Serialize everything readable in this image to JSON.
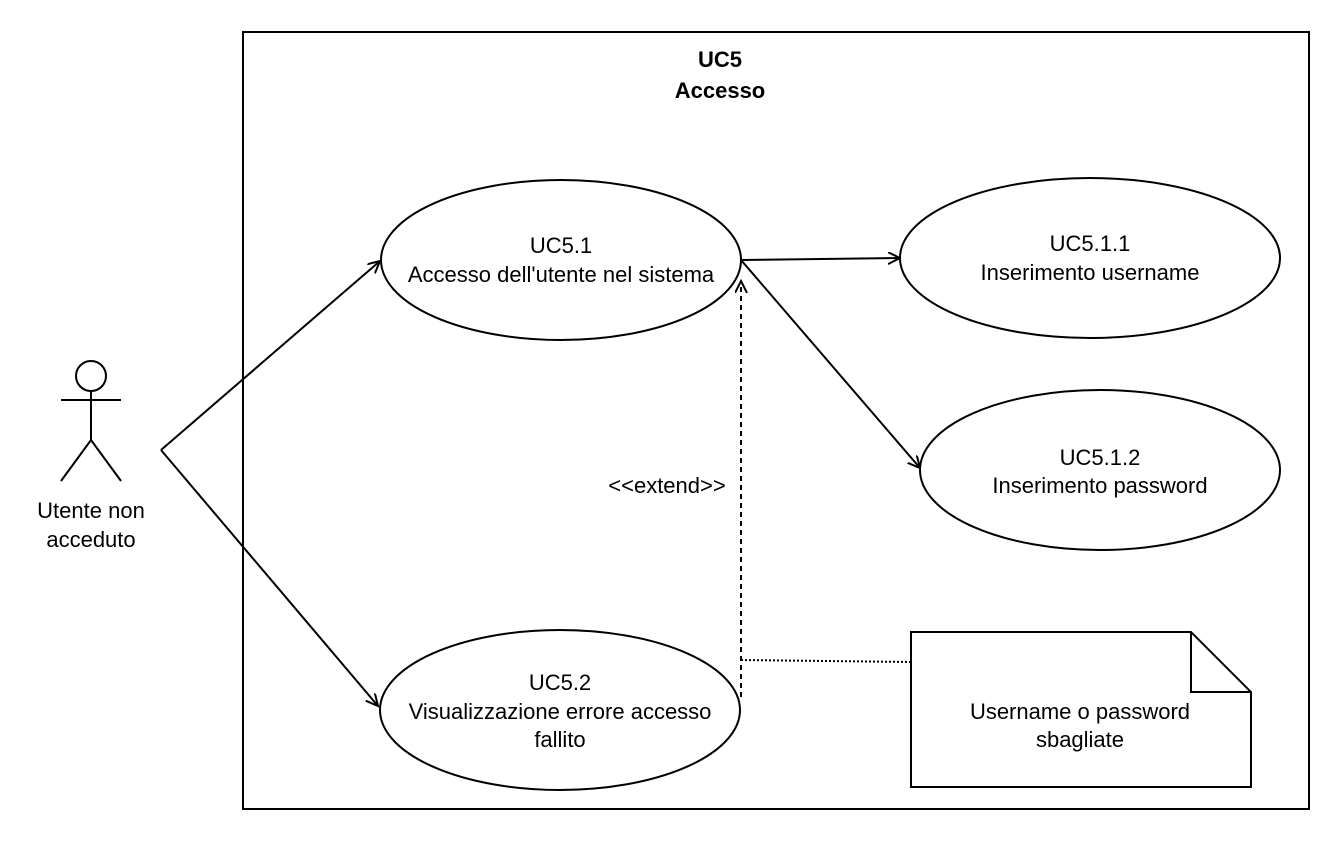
{
  "system": {
    "id": "UC5",
    "name": "Accesso"
  },
  "actor": {
    "line1": "Utente non",
    "line2": "acceduto"
  },
  "use_cases": {
    "uc51": {
      "id": "UC5.1",
      "name": "Accesso dell'utente nel sistema"
    },
    "uc511": {
      "id": "UC5.1.1",
      "name": "Inserimento username"
    },
    "uc512": {
      "id": "UC5.1.2",
      "name": "Inserimento password"
    },
    "uc52": {
      "id": "UC5.2",
      "name_line1": "Visualizzazione errore accesso",
      "name_line2": "fallito"
    }
  },
  "extend_label": "<<extend>>",
  "note": {
    "line1": "Username o password",
    "line2": "sbagliate"
  }
}
